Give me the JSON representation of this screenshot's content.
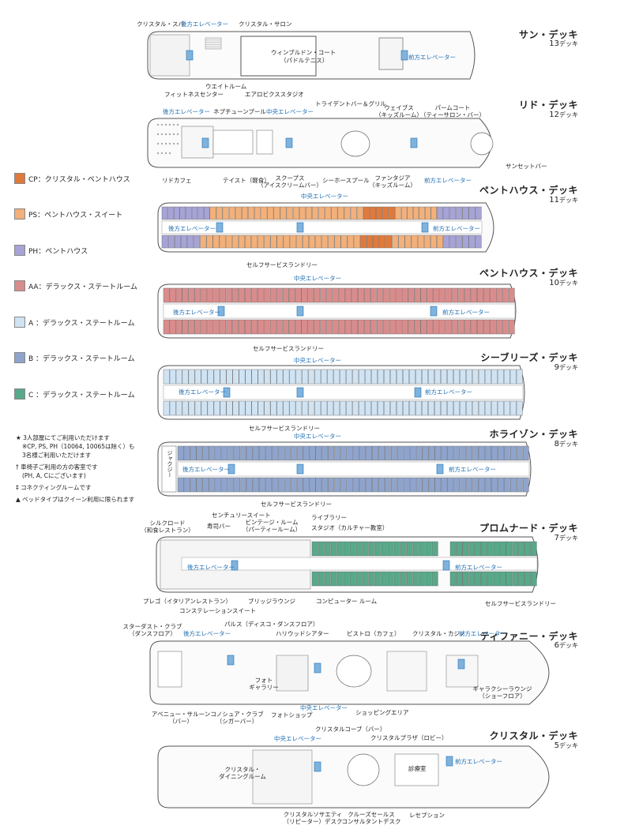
{
  "legend": [
    {
      "key": "CP",
      "text": "CP：クリスタル・ペントハウス",
      "color": "#e07a3c"
    },
    {
      "key": "PS",
      "text": "PS：ペントハウス・スイート",
      "color": "#f2b07a"
    },
    {
      "key": "PH",
      "text": "PH：ペントハウス",
      "color": "#a6a3d6"
    },
    {
      "key": "AA",
      "text": "AA：デラックス・ステートルーム",
      "color": "#d98c8c"
    },
    {
      "key": "A",
      "text": "A ：デラックス・ステートルーム",
      "color": "#cfe3f3"
    },
    {
      "key": "B",
      "text": "B ：デラックス・ステートルーム",
      "color": "#8fa4cc"
    },
    {
      "key": "C",
      "text": "C ：デラックス・ステートルーム",
      "color": "#58a88a"
    }
  ],
  "notes": {
    "n1": "★ 3人部屋にてご利用いただけます",
    "n1b": "※CP, PS, PH（10064, 10065は除く）も",
    "n1c": "3名様ご利用いただけます",
    "n2": "† 車椅子ご利用の方の客室です",
    "n2b": "(PH, A, Cにございます)",
    "n3": "‡ コネクティングルームです",
    "n4": "▲ ベッドタイプはクイーン利用に限られます"
  },
  "decks": {
    "d13": {
      "name": "サン・デッキ",
      "num": "13",
      "suffix": "デッキ"
    },
    "d12": {
      "name": "リド・デッキ",
      "num": "12",
      "suffix": "デッキ"
    },
    "d11": {
      "name": "ペントハウス・デッキ",
      "num": "11",
      "suffix": "デッキ"
    },
    "d10": {
      "name": "ペントハウス・デッキ",
      "num": "10",
      "suffix": "デッキ"
    },
    "d9": {
      "name": "シーブリーズ・デッキ",
      "num": "9",
      "suffix": "デッキ"
    },
    "d8": {
      "name": "ホライゾン・デッキ",
      "num": "8",
      "suffix": "デッキ"
    },
    "d7": {
      "name": "プロムナード・デッキ",
      "num": "7",
      "suffix": "デッキ"
    },
    "d6": {
      "name": "ティファニー・デッキ",
      "num": "6",
      "suffix": "デッキ"
    },
    "d5": {
      "name": "クリスタル・デッキ",
      "num": "5",
      "suffix": "デッキ"
    }
  },
  "labels": {
    "spa": "クリスタル・スパ",
    "aft_elev": "後方エレベーター",
    "salon": "クリスタル・サロン",
    "wimbledon": "ウィンブルドン・コート",
    "paddle": "（パドルテニス）",
    "fwd_elev": "前方エレベーター",
    "weight": "ウエイトルーム",
    "fitness": "フィットネスセンター",
    "aerobics": "エアロビクススタジオ",
    "trident": "トライデントバー＆グリル",
    "neptune": "ネプチューンプール",
    "mid_elev": "中央エレベーター",
    "waves": "ウェイブス",
    "kids": "（キッズルーム）",
    "palm": "パームコート",
    "palm2": "（ティーサロン・バー）",
    "lido": "リドカフェ",
    "taste": "テイスト（軽食）",
    "scoops": "スクープス",
    "scoops2": "（アイスクリームバー）",
    "seahorse": "シーホースプール",
    "fantasia": "ファンタジア",
    "fantasia2": "（キッズルーム）",
    "sunset": "サンセットバー",
    "laundry": "セルフサービスランドリー",
    "jacuzzi": "ジャクジー",
    "century": "センチュリースイート",
    "silk": "シルクロード",
    "silk2": "（和食レストラン）",
    "sushi": "寿司バー",
    "vintage": "ビンテージ・ルーム",
    "vintage2": "（パーティールーム）",
    "library": "ライブラリー",
    "studio": "スタジオ（カルチャー教室）",
    "prego": "プレゴ（イタリアンレストラン）",
    "bridge": "ブリッジラウンジ",
    "computer": "コンピューター ルーム",
    "constellation": "コンステレーションスイート",
    "stardust": "スターダスト・クラブ",
    "stardust2": "（ダンスフロア）",
    "pulse": "パルス（ディスコ・ダンスフロア）",
    "hollywood": "ハリウッドシアター",
    "bistro": "ビストロ（カフェ）",
    "casino": "クリスタル・カジノ",
    "photo": "フォト",
    "photo2": "ギャラリー",
    "galaxy": "ギャラクシーラウンジ",
    "galaxy2": "（ショーフロア）",
    "avenue": "アベニュー・サルーン",
    "avenue2": "（バー）",
    "connoisseur": "コノシュア・クラブ",
    "connoisseur2": "（シガーバー）",
    "photoshop": "フォトショップ",
    "shopping": "ショッピングエリア",
    "cove": "クリスタルコーブ（バー）",
    "plaza": "クリスタルプラザ（ロビー）",
    "clinic": "診療室",
    "dining": "クリスタル・",
    "dining2": "ダイニングルーム",
    "society": "クリスタルソサエティ",
    "society2": "（リピーター）デスク",
    "cruise": "クルーズセールス",
    "cruise2": "コンサルタントデスク",
    "reception": "レセプション"
  }
}
